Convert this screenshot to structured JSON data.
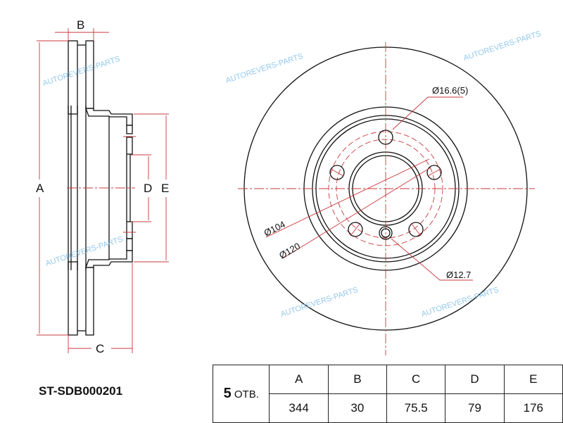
{
  "part_number": "ST-SDB000201",
  "watermark": "AUTOREVERS-PARTS",
  "side_view": {
    "labels": {
      "a": "A",
      "b": "B",
      "c": "C",
      "d": "D",
      "e": "E"
    }
  },
  "front_view": {
    "bolt_hole_label": "Ø16.6(5)",
    "pcd_label": "Ø104",
    "outer_label": "Ø120",
    "small_hole_label": "Ø12.7"
  },
  "spec_table": {
    "holes_count": "5",
    "holes_unit": "ОТВ.",
    "headers": [
      "A",
      "B",
      "C",
      "D",
      "E"
    ],
    "values": [
      "344",
      "30",
      "75.5",
      "79",
      "176"
    ]
  }
}
